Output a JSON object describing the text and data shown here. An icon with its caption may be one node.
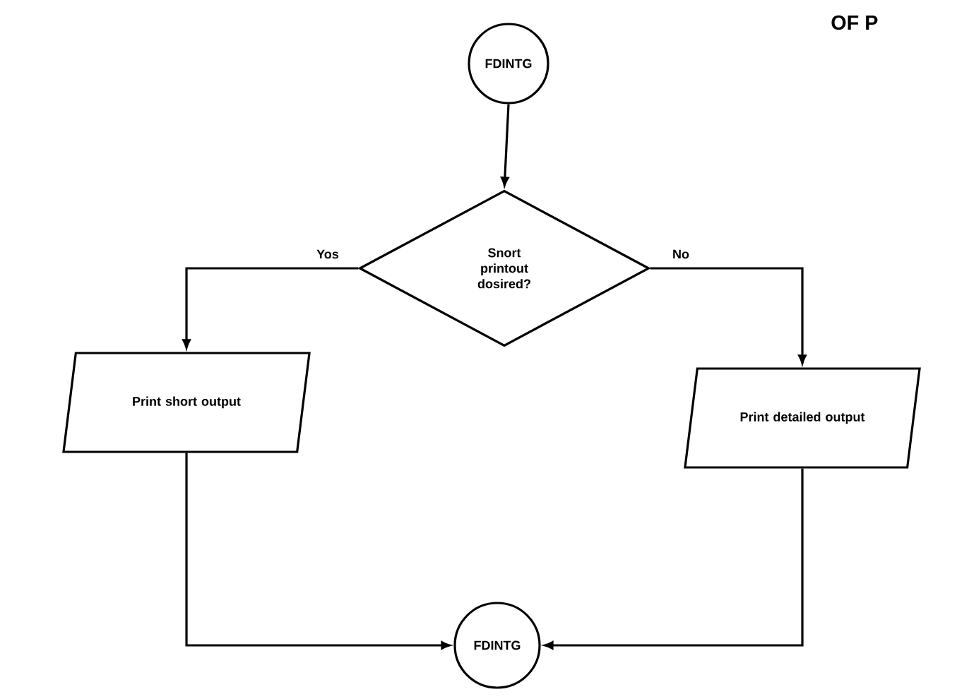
{
  "diagram": {
    "nodes": [
      {
        "text": [
          "FDINTG"
        ]
      },
      {
        "text": [
          "Snort printout dosired?"
        ]
      },
      {
        "text": [
          "Print short output"
        ]
      },
      {
        "text": [
          "Print detailed output"
        ]
      },
      {
        "text": [
          "FDINTG"
        ]
      }
    ],
    "edges": [
      {
        "from": 0,
        "to": 1,
        "arrow": "to"
      },
      {
        "from": 1,
        "to": 2,
        "arrow": "to",
        "label": "Yos"
      },
      {
        "from": 1,
        "to": 3,
        "arrow": "to",
        "label": "No"
      },
      {
        "from": 2,
        "to": 4,
        "arrow": "to"
      },
      {
        "from": 3,
        "to": 4,
        "arrow": "to"
      }
    ],
    "labels": [
      "OF P"
    ]
  }
}
